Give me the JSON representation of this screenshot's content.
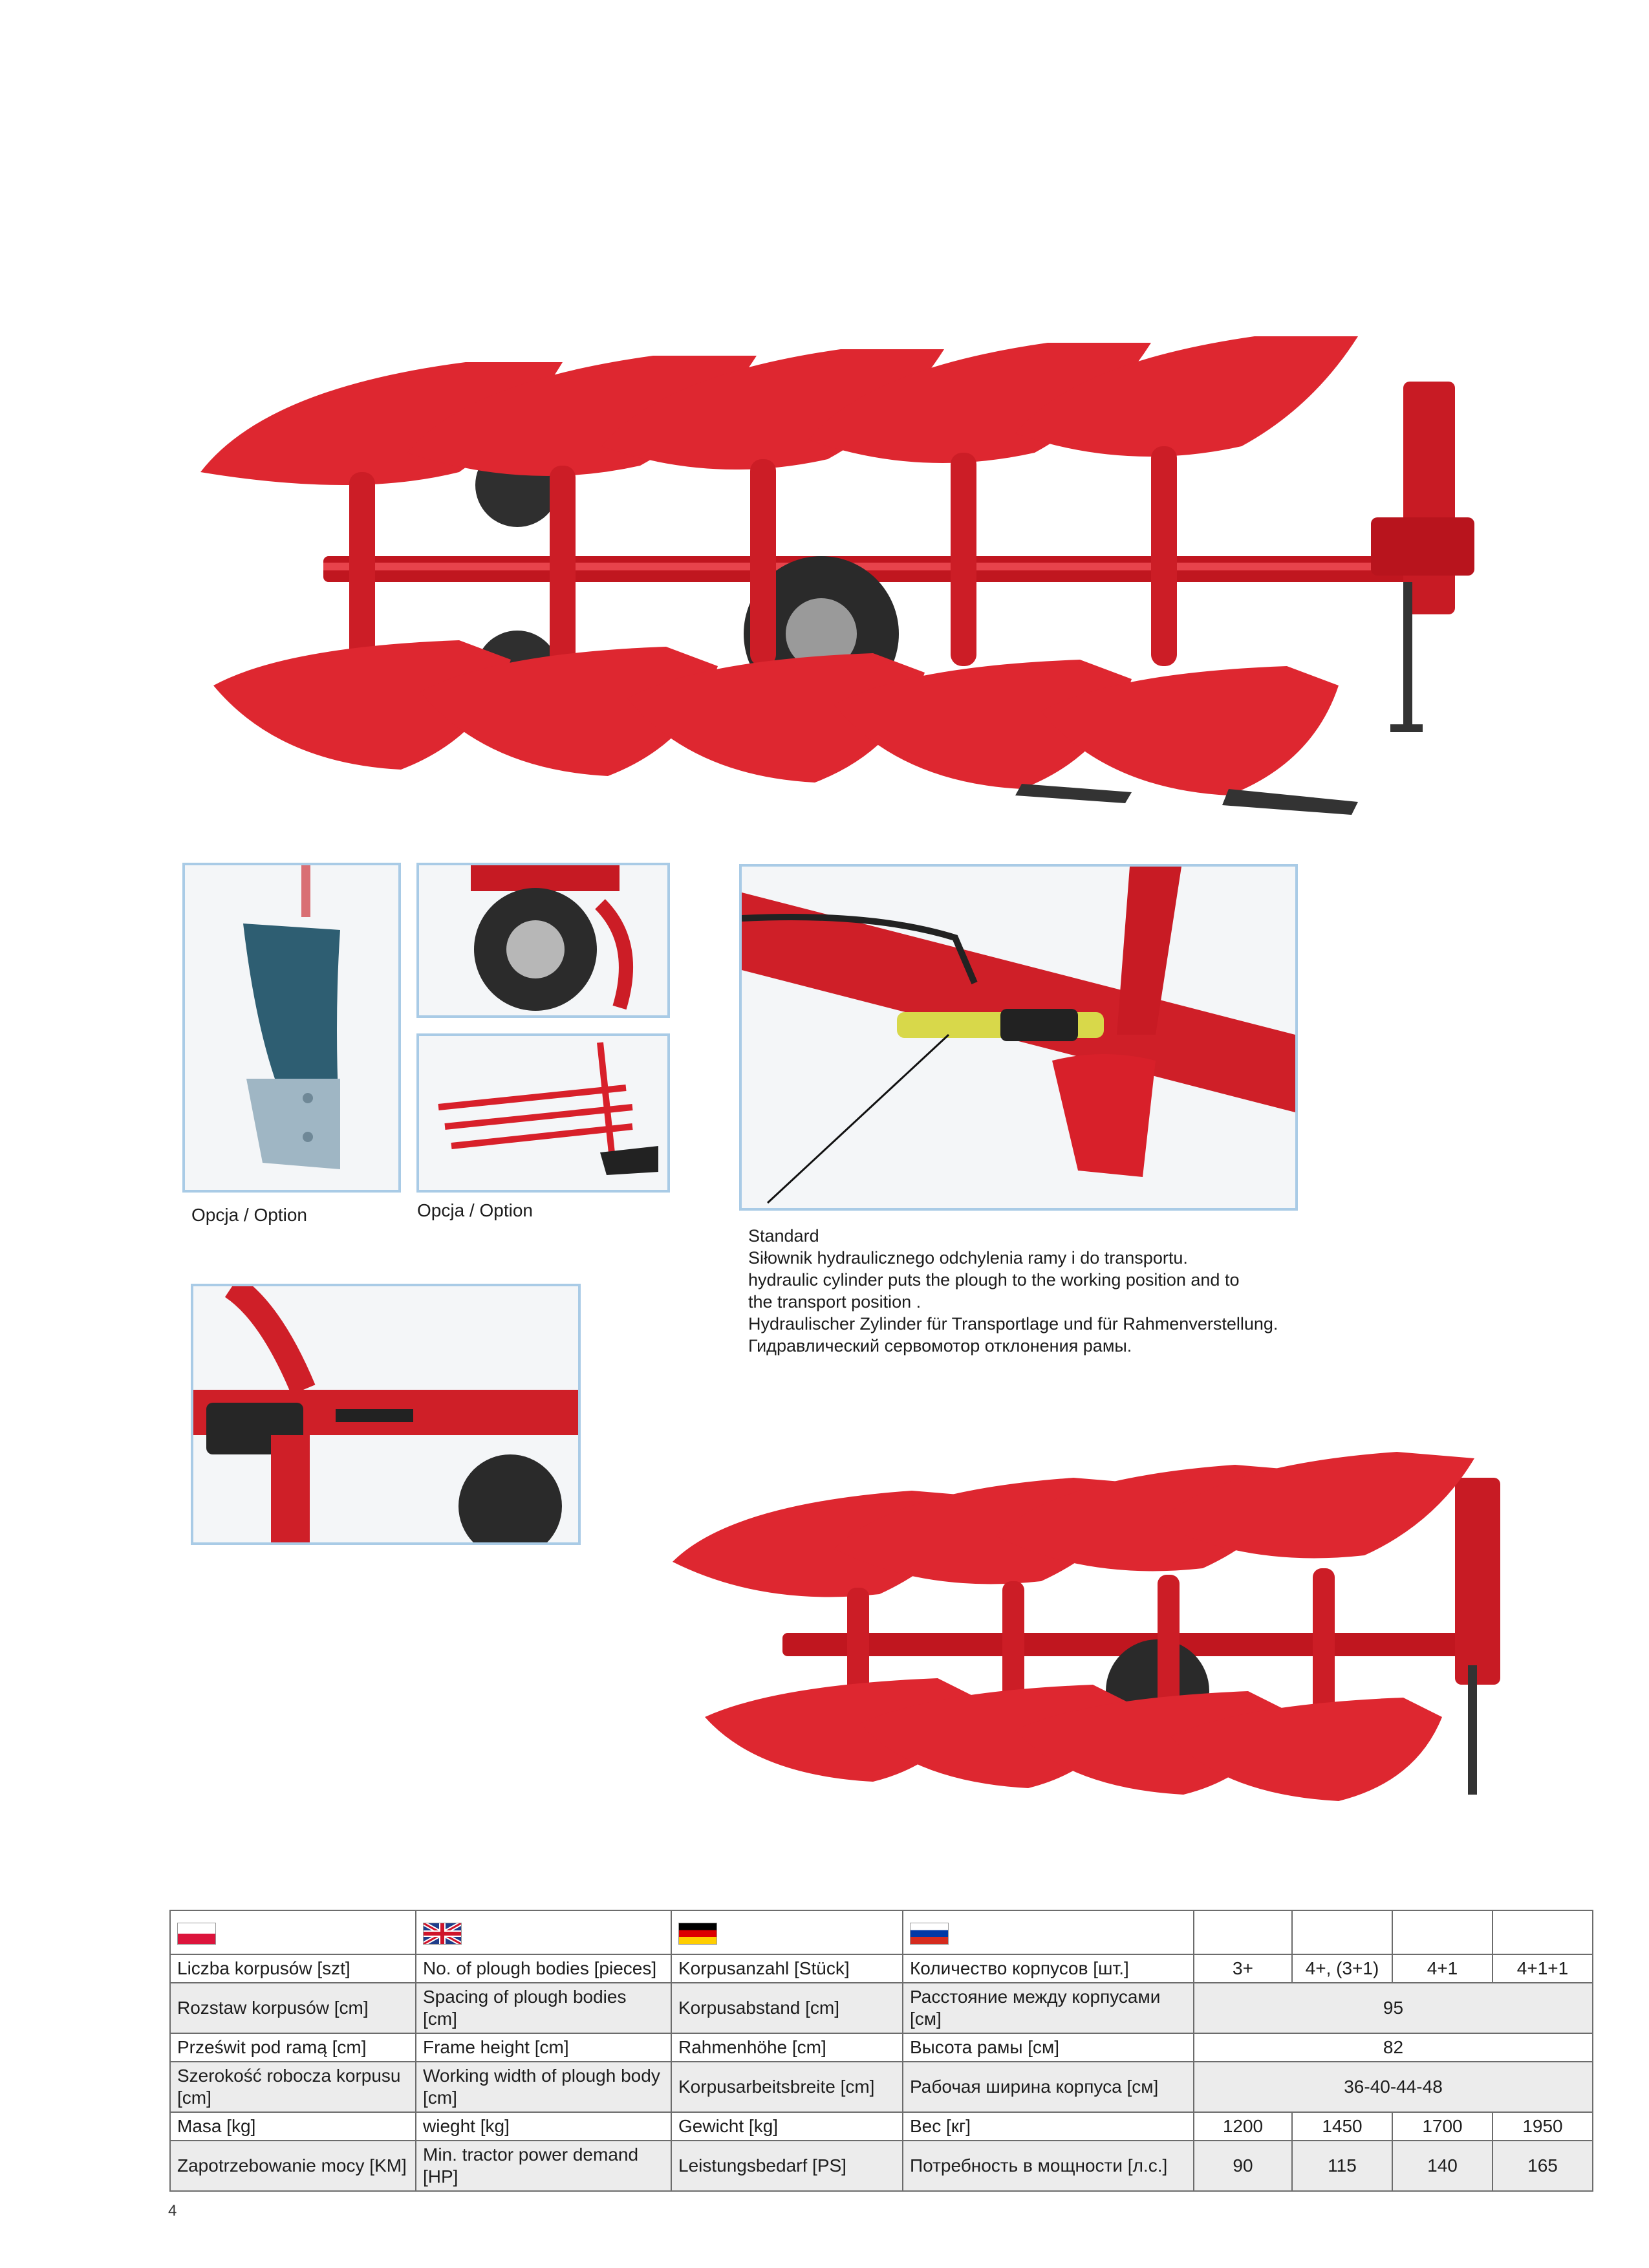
{
  "captions": {
    "option_1": "Opcja / Option",
    "option_2": "Opcja / Option"
  },
  "standard_caption": {
    "title": "Standard",
    "pl": "Siłownik hydraulicznego odchylenia ramy i do transportu.",
    "en_line1": "hydraulic cylinder puts the plough to the working position and to",
    "en_line2": "the transport position .",
    "de": "Hydraulischer Zylinder für Transportlage und für Rahmenverstellung.",
    "ru": "Гидравлический сервомотор отклонения рамы."
  },
  "colors": {
    "plough_red": "#d8202a",
    "frame_blue": "#a9cbe6",
    "table_stripe": "#ececec"
  },
  "flags": [
    "flag-pl-icon",
    "flag-uk-icon",
    "flag-de-icon",
    "flag-ru-icon"
  ],
  "spec_table": {
    "rows": [
      {
        "pl": "Liczba korpusów [szt]",
        "en": "No. of plough bodies [pieces]",
        "de": "Korpusanzahl [Stück]",
        "ru": "Количество корпусов [шт.]",
        "values": [
          "3+",
          "4+, (3+1)",
          "4+1",
          "4+1+1"
        ]
      },
      {
        "pl": "Rozstaw korpusów [cm]",
        "en": "Spacing of plough bodies [cm]",
        "de": "Korpusabstand [cm]",
        "ru": "Расстояние между корпусами [см]",
        "merged": "95"
      },
      {
        "pl": "Prześwit pod ramą [cm]",
        "en": "Frame height [cm]",
        "de": "Rahmenhöhe [cm]",
        "ru": "Высота рамы [см]",
        "merged": "82"
      },
      {
        "pl": "Szerokość robocza korpusu [cm]",
        "en": "Working width of plough body [cm]",
        "de": "Korpusarbeitsbreite [cm]",
        "ru": "Рабочая ширина корпуса [см]",
        "merged": "36-40-44-48"
      },
      {
        "pl": "Masa [kg]",
        "en": "wieght [kg]",
        "de": "Gewicht [kg]",
        "ru": "Вес [кг]",
        "values": [
          "1200",
          "1450",
          "1700",
          "1950"
        ]
      },
      {
        "pl": "Zapotrzebowanie mocy [KM]",
        "en": "Min. tractor power demand [HP]",
        "de": "Leistungsbedarf [PS]",
        "ru": "Потребность в мощности [л.с.]",
        "values": [
          "90",
          "115",
          "140",
          "165"
        ]
      }
    ]
  },
  "page_number": "4"
}
